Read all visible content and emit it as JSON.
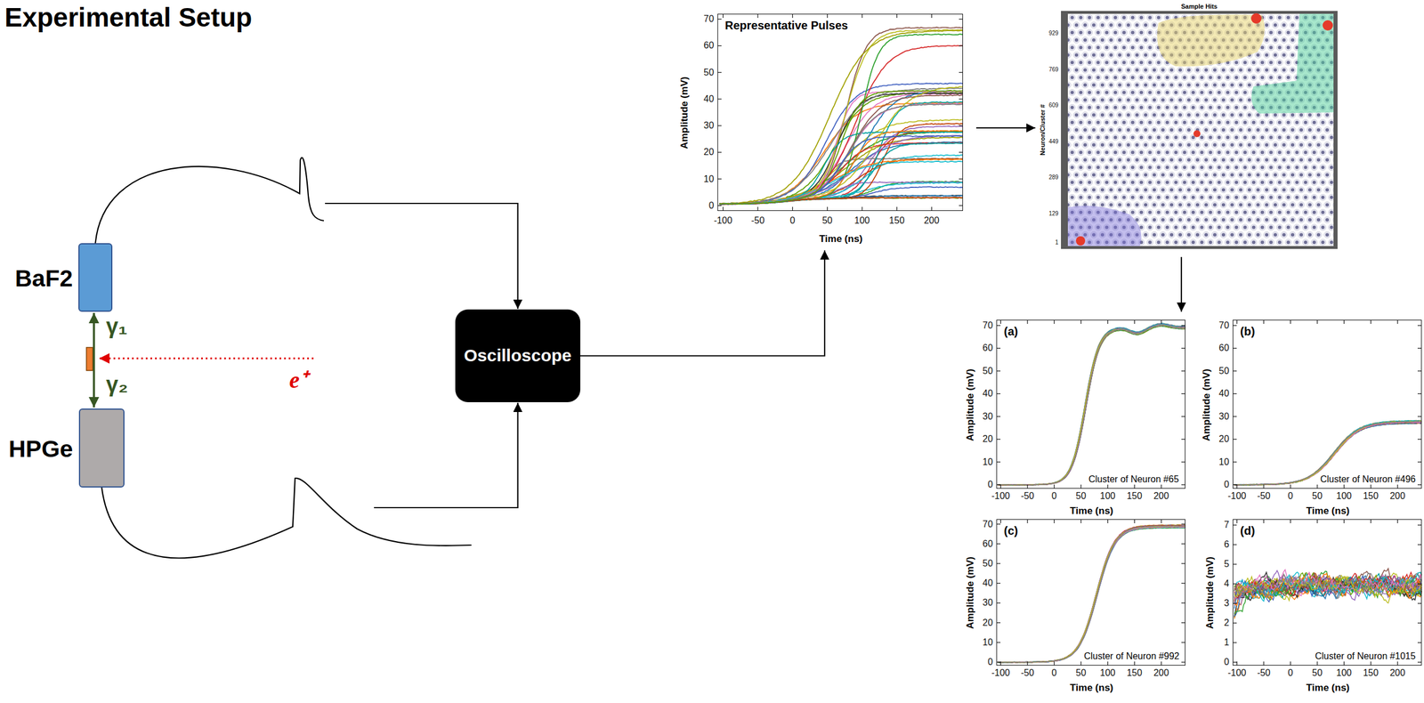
{
  "diagram": {
    "title": "Experimental Setup",
    "nodes": [
      {
        "text": [
          "BaF2"
        ]
      },
      {
        "text": [
          "HPGe"
        ]
      },
      {
        "text": [
          "Oscilloscope"
        ]
      },
      {
        "text": [
          "Representative Pulses",
          "Amplitude (mV)",
          "Time (ns)"
        ]
      },
      {
        "text": [
          "Sample Hits",
          "Neuron/Cluster #"
        ]
      },
      {
        "text": [
          "(a)",
          "Cluster of Neuron #65",
          "Amplitude (mV)",
          "Time (ns)"
        ]
      },
      {
        "text": [
          "(b)",
          "Cluster of Neuron #496",
          "Amplitude (mV)",
          "Time (ns)"
        ]
      },
      {
        "text": [
          "(c)",
          "Cluster of Neuron #992",
          "Amplitude (mV)",
          "Time (ns)"
        ]
      },
      {
        "text": [
          "(d)",
          "Cluster of Neuron #1015",
          "Amplitude (mV)",
          "Time (ns)"
        ]
      }
    ],
    "edges": [
      {
        "from": 0,
        "to": 1,
        "arrow": "both"
      },
      {
        "from": 0,
        "to": 2,
        "arrow": "to"
      },
      {
        "from": 1,
        "to": 2,
        "arrow": "to"
      },
      {
        "from": 2,
        "to": 3,
        "arrow": "to"
      },
      {
        "from": 3,
        "to": 4,
        "arrow": "to"
      },
      {
        "from": 4,
        "to": 5,
        "arrow": "to"
      }
    ],
    "labels": [
      "γ₁",
      "γ₂",
      "e⁺",
      "0",
      "10",
      "20",
      "30",
      "40",
      "50",
      "60",
      "70",
      "-100",
      "-50",
      "0",
      "50",
      "100",
      "150",
      "200",
      "929",
      "769",
      "609",
      "449",
      "289",
      "129",
      "1",
      "0",
      "10",
      "20",
      "30",
      "40",
      "50",
      "60",
      "70",
      "-100",
      "-50",
      "0",
      "50",
      "100",
      "150",
      "200",
      "0",
      "10",
      "20",
      "30",
      "40",
      "50",
      "60",
      "70",
      "-100",
      "-50",
      "0",
      "50",
      "100",
      "150",
      "200",
      "0",
      "10",
      "20",
      "30",
      "40",
      "50",
      "60",
      "70",
      "-100",
      "-50",
      "0",
      "50",
      "100",
      "150",
      "200",
      "0",
      "1",
      "2",
      "3",
      "4",
      "5",
      "6",
      "7",
      "-100",
      "-50",
      "0",
      "50",
      "100",
      "150",
      "200"
    ]
  }
}
